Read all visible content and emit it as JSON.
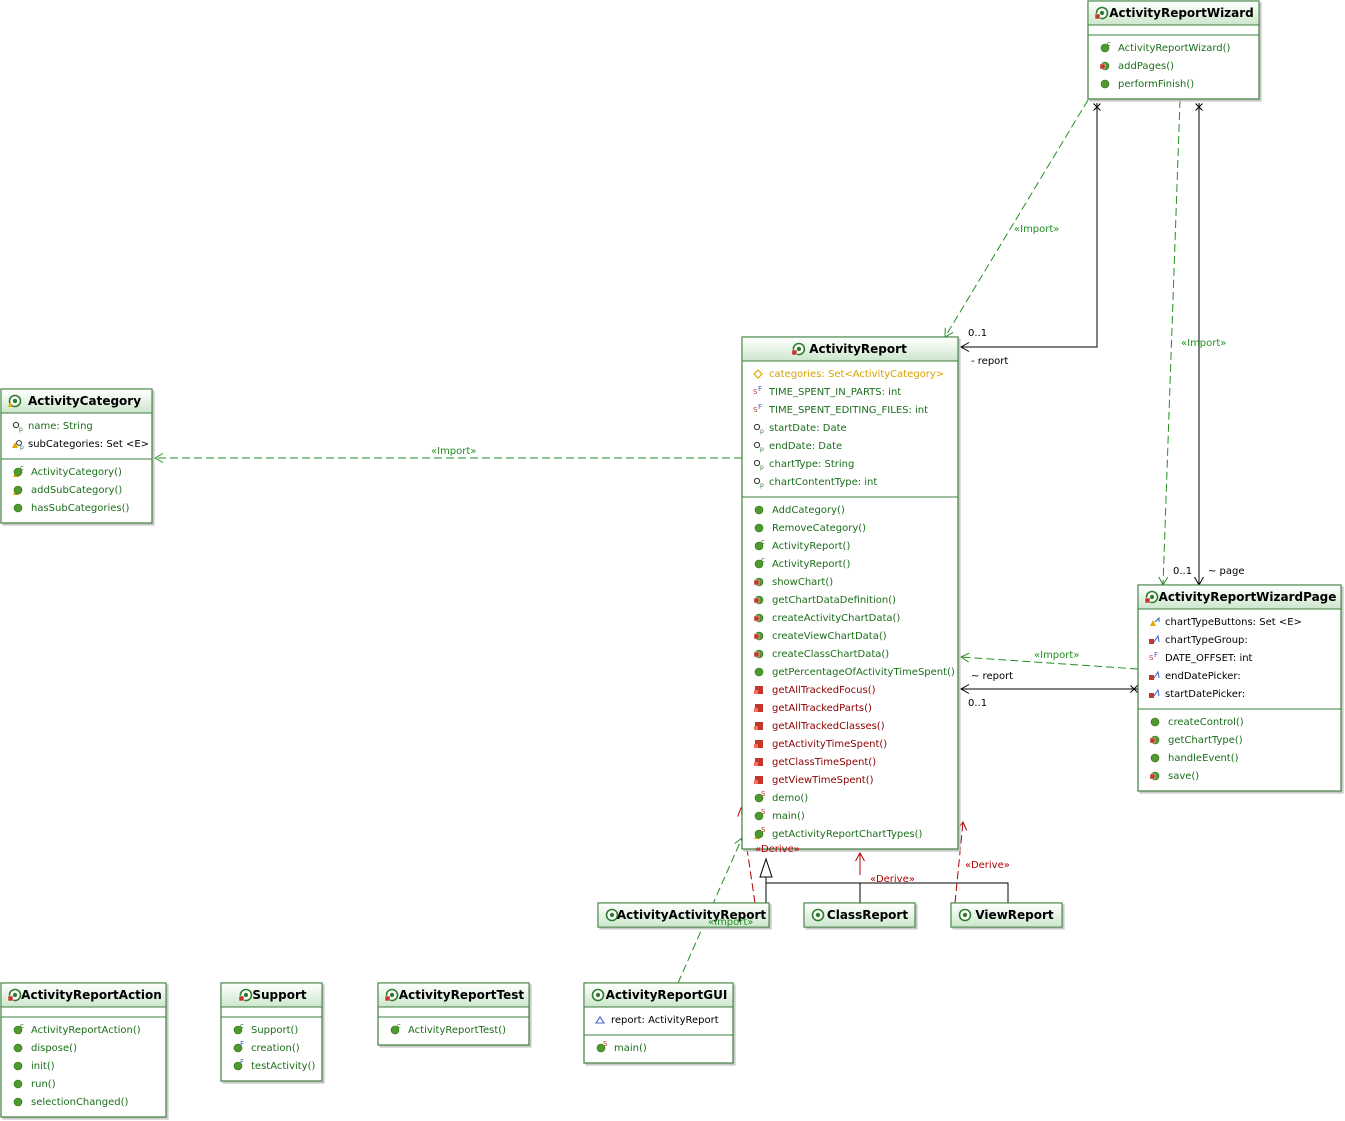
{
  "colors": {
    "box_border": "#3b7f3b",
    "header_top": "#ffffff",
    "header_bottom": "#cfe8cf",
    "member_green": "#1a6e1a",
    "member_red": "#8b0000",
    "member_orange": "#d7a300",
    "member_black": "#000000",
    "edge_green": "#238f23",
    "edge_red": "#b30000",
    "edge_black": "#000000"
  },
  "classes": [
    {
      "id": "wizard",
      "name": "ActivityReportWizard",
      "icon": "class-private-icon",
      "attributes": [],
      "methods": [
        {
          "text": "ActivityReportWizard()",
          "icon": "constructor-icon",
          "color": "green"
        },
        {
          "text": "addPages()",
          "icon": "private-method-icon",
          "color": "green"
        },
        {
          "text": "performFinish()",
          "icon": "public-method-icon",
          "color": "green"
        }
      ]
    },
    {
      "id": "report",
      "name": "ActivityReport",
      "icon": "class-private-icon",
      "attributes": [
        {
          "text": "categories: Set<ActivityCategory>",
          "icon": "field-icon",
          "color": "orange"
        },
        {
          "text": "TIME_SPENT_IN_PARTS: int",
          "icon": "static-final-field-icon",
          "color": "green"
        },
        {
          "text": "TIME_SPENT_EDITING_FILES: int",
          "icon": "static-final-field-icon",
          "color": "green"
        },
        {
          "text": "startDate: Date",
          "icon": "property-icon",
          "color": "green"
        },
        {
          "text": "endDate: Date",
          "icon": "property-icon",
          "color": "green"
        },
        {
          "text": "chartType: String",
          "icon": "property-icon",
          "color": "green"
        },
        {
          "text": "chartContentType: int",
          "icon": "property-icon",
          "color": "green"
        }
      ],
      "methods": [
        {
          "text": "AddCategory()",
          "icon": "public-method-icon",
          "color": "green"
        },
        {
          "text": "RemoveCategory()",
          "icon": "public-method-icon",
          "color": "green"
        },
        {
          "text": "ActivityReport()",
          "icon": "constructor-icon",
          "color": "green"
        },
        {
          "text": "ActivityReport()",
          "icon": "constructor-icon",
          "color": "green"
        },
        {
          "text": "showChart()",
          "icon": "private-method-icon",
          "color": "green"
        },
        {
          "text": "getChartDataDefinition()",
          "icon": "private-method-icon",
          "color": "green"
        },
        {
          "text": "createActivityChartData()",
          "icon": "private-method-icon",
          "color": "green"
        },
        {
          "text": "createViewChartData()",
          "icon": "private-method-icon",
          "color": "green"
        },
        {
          "text": "createClassChartData()",
          "icon": "private-method-icon",
          "color": "green"
        },
        {
          "text": "getPercentageOfActivityTimeSpent()",
          "icon": "public-method-icon",
          "color": "green"
        },
        {
          "text": "getAllTrackedFocus()",
          "icon": "private-red-method-icon",
          "color": "red"
        },
        {
          "text": "getAllTrackedParts()",
          "icon": "private-red-method-icon",
          "color": "red"
        },
        {
          "text": "getAllTrackedClasses()",
          "icon": "private-red-method-icon",
          "color": "red"
        },
        {
          "text": "getActivityTimeSpent()",
          "icon": "private-red-method-icon",
          "color": "red"
        },
        {
          "text": "getClassTimeSpent()",
          "icon": "private-red-method-icon",
          "color": "red"
        },
        {
          "text": "getViewTimeSpent()",
          "icon": "private-red-method-icon",
          "color": "red"
        },
        {
          "text": "demo()",
          "icon": "static-method-icon",
          "color": "green"
        },
        {
          "text": "main()",
          "icon": "static-method-icon",
          "color": "green"
        },
        {
          "text": "getActivityReportChartTypes()",
          "icon": "static-protected-method-icon",
          "color": "green"
        }
      ]
    },
    {
      "id": "category",
      "name": "ActivityCategory",
      "icon": "class-protected-icon",
      "attributes": [
        {
          "text": "name: String",
          "icon": "property-icon",
          "color": "green"
        },
        {
          "text": "subCategories: Set <E>",
          "icon": "protected-property-icon",
          "color": "black"
        }
      ],
      "methods": [
        {
          "text": "ActivityCategory()",
          "icon": "protected-constructor-icon",
          "color": "green"
        },
        {
          "text": "addSubCategory()",
          "icon": "protected-method-icon",
          "color": "green"
        },
        {
          "text": "hasSubCategories()",
          "icon": "public-method-icon",
          "color": "green"
        }
      ]
    },
    {
      "id": "wpage",
      "name": "ActivityReportWizardPage",
      "icon": "class-private-icon",
      "attributes": [
        {
          "text": "chartTypeButtons: Set <E>",
          "icon": "protected-field-icon",
          "color": "black"
        },
        {
          "text": "chartTypeGroup:",
          "icon": "private-field-icon",
          "color": "black"
        },
        {
          "text": "DATE_OFFSET: int",
          "icon": "static-final-field-icon",
          "color": "black"
        },
        {
          "text": "endDatePicker:",
          "icon": "private-field-icon",
          "color": "black"
        },
        {
          "text": "startDatePicker:",
          "icon": "private-field-icon",
          "color": "black"
        }
      ],
      "methods": [
        {
          "text": "createControl()",
          "icon": "public-method-icon",
          "color": "green"
        },
        {
          "text": "getChartType()",
          "icon": "private-method-icon",
          "color": "green"
        },
        {
          "text": "handleEvent()",
          "icon": "public-method-icon",
          "color": "green"
        },
        {
          "text": "save()",
          "icon": "private-method-icon",
          "color": "green"
        }
      ]
    },
    {
      "id": "aar",
      "name": "ActivityActivityReport",
      "icon": "class-public-icon",
      "attributes": null,
      "methods": null
    },
    {
      "id": "classreport",
      "name": "ClassReport",
      "icon": "class-public-icon",
      "attributes": null,
      "methods": null
    },
    {
      "id": "viewreport",
      "name": "ViewReport",
      "icon": "class-public-icon",
      "attributes": null,
      "methods": null
    },
    {
      "id": "action",
      "name": "ActivityReportAction",
      "icon": "class-private-icon",
      "attributes": [],
      "methods": [
        {
          "text": "ActivityReportAction()",
          "icon": "constructor-icon",
          "color": "green"
        },
        {
          "text": "dispose()",
          "icon": "public-method-icon",
          "color": "green"
        },
        {
          "text": "init()",
          "icon": "public-method-icon",
          "color": "green"
        },
        {
          "text": "run()",
          "icon": "public-method-icon",
          "color": "green"
        },
        {
          "text": "selectionChanged()",
          "icon": "public-method-icon",
          "color": "green"
        }
      ]
    },
    {
      "id": "support",
      "name": "Support",
      "icon": "class-private-icon",
      "attributes": [],
      "methods": [
        {
          "text": "Support()",
          "icon": "constructor-icon",
          "color": "green"
        },
        {
          "text": "creation()",
          "icon": "final-method-icon",
          "color": "green"
        },
        {
          "text": "testActivity()",
          "icon": "final-method-icon",
          "color": "green"
        }
      ]
    },
    {
      "id": "test",
      "name": "ActivityReportTest",
      "icon": "class-private-icon",
      "attributes": [],
      "methods": [
        {
          "text": "ActivityReportTest()",
          "icon": "constructor-icon",
          "color": "green"
        }
      ]
    },
    {
      "id": "gui",
      "name": "ActivityReportGUI",
      "icon": "class-public-icon",
      "attributes": [
        {
          "text": "report: ActivityReport",
          "icon": "package-field-icon",
          "color": "black"
        }
      ],
      "methods": [
        {
          "text": "main()",
          "icon": "static-method-icon",
          "color": "green"
        }
      ]
    }
  ],
  "edge_labels": {
    "import": "«Import»",
    "derive": "«Derive»",
    "mult_01": "0..1",
    "role_report_private": "- report",
    "role_report_package": "~ report",
    "role_page": "~ page"
  }
}
